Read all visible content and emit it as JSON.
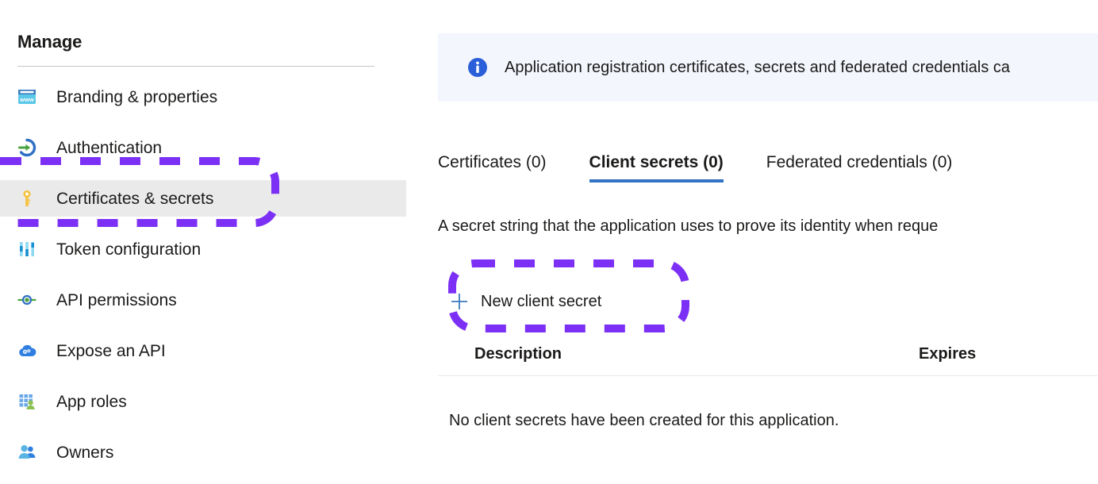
{
  "colors": {
    "annotation_purple": "#7c30f5",
    "selected_row_bg": "#eaeaea",
    "banner_bg": "#f3f6fd",
    "info_icon_blue": "#2a5fd9",
    "tab_underline_blue": "#3273c4",
    "plus_icon_blue": "#3b7bbf",
    "text_primary": "#1b1a19",
    "divider_gray": "#c8c6c4"
  },
  "sidebar": {
    "title": "Manage",
    "items": [
      {
        "id": "branding-properties",
        "label": "Branding & properties",
        "icon": "browser-www-icon",
        "selected": false
      },
      {
        "id": "authentication",
        "label": "Authentication",
        "icon": "sign-in-arrow-icon",
        "selected": false
      },
      {
        "id": "certificates-secrets",
        "label": "Certificates & secrets",
        "icon": "key-icon",
        "selected": true
      },
      {
        "id": "token-configuration",
        "label": "Token configuration",
        "icon": "token-bars-icon",
        "selected": false
      },
      {
        "id": "api-permissions",
        "label": "API permissions",
        "icon": "plug-connector-icon",
        "selected": false
      },
      {
        "id": "expose-an-api",
        "label": "Expose an API",
        "icon": "cloud-gears-icon",
        "selected": false
      },
      {
        "id": "app-roles",
        "label": "App roles",
        "icon": "grid-person-icon",
        "selected": false
      },
      {
        "id": "owners",
        "label": "Owners",
        "icon": "people-icon",
        "selected": false
      }
    ]
  },
  "main": {
    "banner": {
      "icon": "info-circle-icon",
      "text": "Application registration certificates, secrets and federated credentials ca"
    },
    "tabs": [
      {
        "id": "certificates",
        "label": "Certificates (0)",
        "active": false
      },
      {
        "id": "client-secrets",
        "label": "Client secrets (0)",
        "active": true
      },
      {
        "id": "federated-credentials",
        "label": "Federated credentials (0)",
        "active": false
      }
    ],
    "description": "A secret string that the application uses to prove its identity when reque",
    "new_secret": {
      "icon": "plus-icon",
      "label": "New client secret"
    },
    "table": {
      "columns": [
        "Description",
        "Expires"
      ],
      "rows": [],
      "empty_message": "No client secrets have been created for this application."
    }
  },
  "annotations": [
    {
      "id": "certificates-secrets-highlight",
      "shape": "dashed-rounded-rect",
      "target": "sidebar-item-certificates-secrets"
    },
    {
      "id": "new-client-secret-highlight",
      "shape": "dashed-rounded-rect",
      "target": "new-client-secret-button"
    }
  ]
}
